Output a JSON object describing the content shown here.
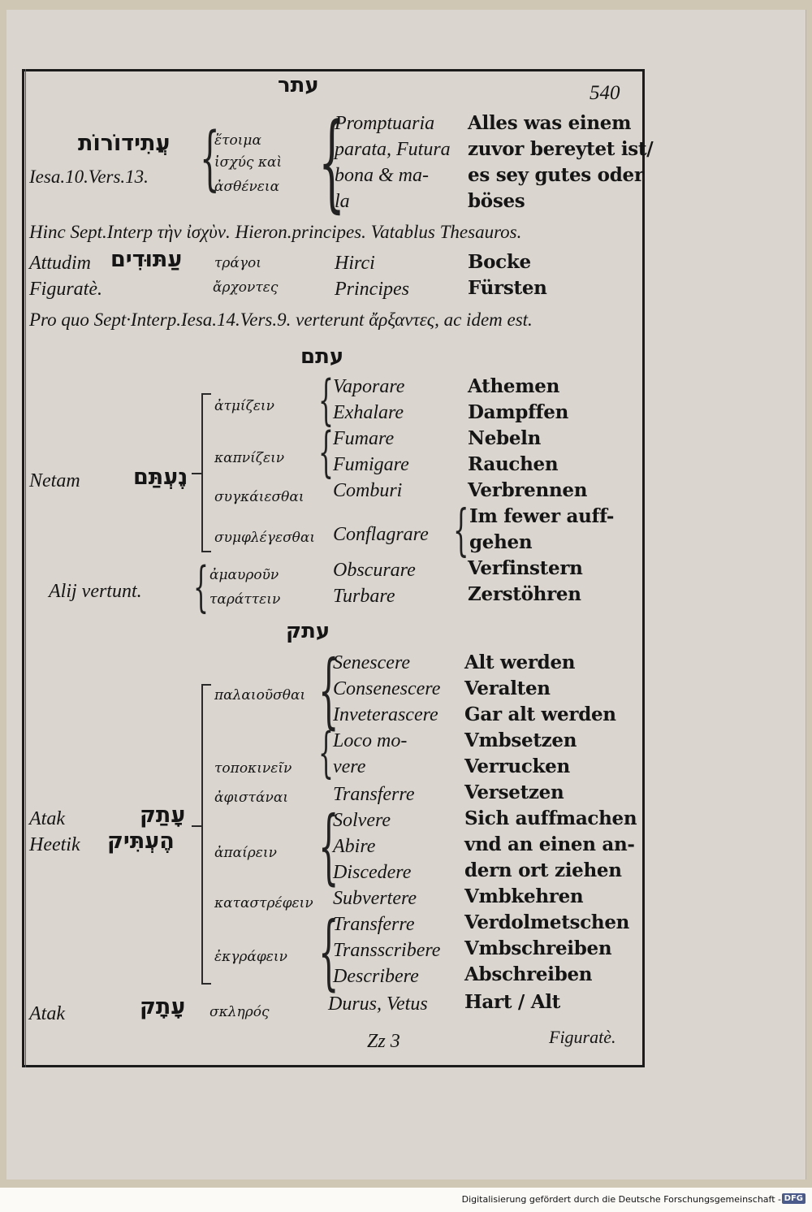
{
  "header": {
    "hebrew_title": "עתר",
    "page_number": "540"
  },
  "entry1": {
    "hebrew": "עֲתִידוֹרוֹת",
    "reference": "Iesa.10.Vers.13.",
    "greek": [
      "ἕτοιμα",
      "ἰσχύς καὶ",
      "ἀσθένεια"
    ],
    "latin": [
      "Promptuaria",
      "parata, Futura",
      "bona & ma-",
      "la"
    ],
    "german": [
      "Alles was einem",
      "zuvor bereytet ist/",
      "es sey gutes oder",
      "böses"
    ]
  },
  "hinc_line": "Hinc Sept.Interp τὴν ἰσχὺν. Hieron.principes. Vatablus Thesauros.",
  "attudim": {
    "translit": "Attudim",
    "hebrew": "עַתּוּדִים",
    "figurate_label": "Figuratè.",
    "greek": [
      "τράγοι",
      "ἄρχοντες"
    ],
    "latin": [
      "Hirci",
      "Principes"
    ],
    "german": [
      "Bocke",
      "Fürsten"
    ]
  },
  "pro_quo_line": "Pro quo Sept·Interp.Iesa.14.Vers.9. verterunt ἄρξαντες, ac idem est.",
  "section2": {
    "title": "עתם",
    "translit": "Netam",
    "hebrew": "נֶעְתַּם",
    "greek": [
      "ἀτμίζειν",
      "καπνίζειν",
      "συγκάιεσθαι",
      "συμφλέγεσθαι"
    ],
    "latin": [
      "Vaporare",
      "Exhalare",
      "Fumare",
      "Fumigare",
      "Comburi",
      "Conflagrare"
    ],
    "german": [
      "Athemen",
      "Dampffen",
      "Nebeln",
      "Rauchen",
      "Verbrennen",
      "Im fewer auff-",
      "gehen"
    ],
    "alij_label": "Alij vertunt.",
    "alij_greek": [
      "ἀμαυροῦν",
      "ταράττειν"
    ],
    "alij_latin": [
      "Obscurare",
      "Turbare"
    ],
    "alij_german": [
      "Verfinstern",
      "Zerstöhren"
    ]
  },
  "section3": {
    "title": "עתק",
    "translit": [
      "Atak",
      "Heetik"
    ],
    "hebrew": [
      "עָתַק",
      "הֶעְתִּיק"
    ],
    "greek": [
      "παλαιοῦσθαι",
      "τοποκινεῖν",
      "ἀφιστάναι",
      "ἀπαίρειν",
      "καταστρέφειν",
      "ἐκγράφειν"
    ],
    "latin": [
      "Senescere",
      "Consenescere",
      "Inveterascere",
      "Loco mo-",
      "vere",
      "Transferre",
      "Solvere",
      "Abire",
      "Discedere",
      "Subvertere",
      "Transferre",
      "Transscribere",
      "Describere"
    ],
    "german": [
      "Alt werden",
      "Veralten",
      "Gar alt werden",
      "Vmbsetzen",
      "Verrucken",
      "Versetzen",
      "Sich auffmachen",
      "vnd an einen an-",
      "dern ort ziehen",
      "Vmbkehren",
      "Verdolmetschen",
      "Vmbschreiben",
      "Abschreiben"
    ]
  },
  "last_entry": {
    "translit": "Atak",
    "hebrew": "עָתָק",
    "greek": "σκληρός",
    "latin": "Durus, Vetus",
    "german": "Hart / Alt"
  },
  "signature": "Zz 3",
  "catchword": "Figuratè.",
  "footer": {
    "text": "Digitalisierung gefördert durch die Deutsche Forschungsgemeinschaft -",
    "logo": "DFG"
  },
  "colors": {
    "paper": "#dad6cf",
    "ink": "#151515",
    "scan_bg": "#cfc7b4"
  }
}
